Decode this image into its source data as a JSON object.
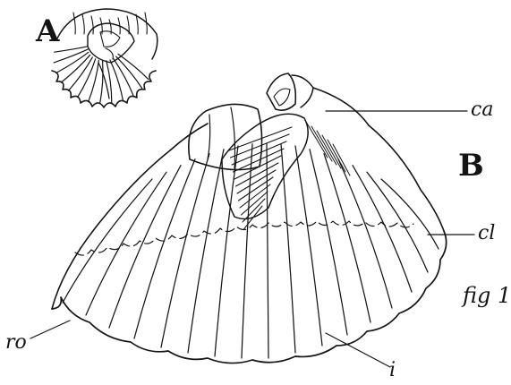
{
  "figure": {
    "caption": "fig 1",
    "views": [
      {
        "key": "A",
        "label": "A"
      },
      {
        "key": "B",
        "label": "B"
      }
    ],
    "callouts": [
      {
        "key": "ca",
        "label": "ca"
      },
      {
        "key": "cl",
        "label": "cl"
      },
      {
        "key": "ro",
        "label": "ro"
      },
      {
        "key": "i",
        "label": "i"
      }
    ],
    "ink_color": "#151515",
    "background_color": "#ffffff"
  }
}
